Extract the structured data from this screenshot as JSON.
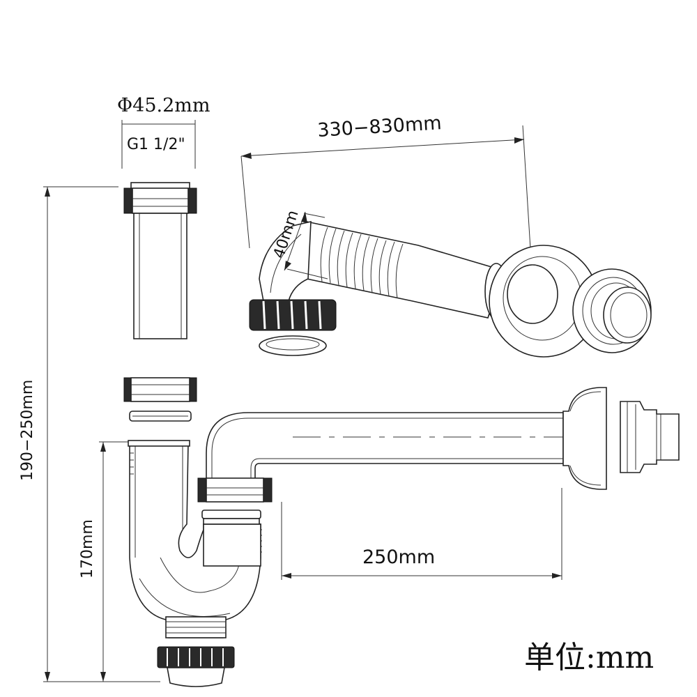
{
  "labels": {
    "diameter": "Φ45.2mm",
    "thread": "G1 1/2\"",
    "length_range": "330−830mm",
    "elbow_size": "40mm",
    "height_range": "190−250mm",
    "trap_height": "170mm",
    "outlet_length": "250mm",
    "unit_note": "单位:mm"
  }
}
